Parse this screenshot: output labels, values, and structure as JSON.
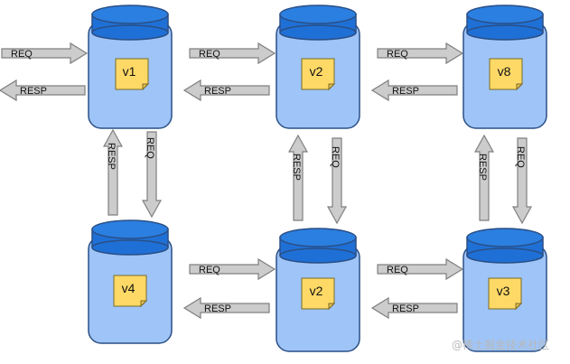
{
  "nodes": [
    {
      "id": "top-left",
      "version": "v1"
    },
    {
      "id": "top-mid",
      "version": "v2"
    },
    {
      "id": "top-right",
      "version": "v8"
    },
    {
      "id": "bottom-left",
      "version": "v4"
    },
    {
      "id": "bottom-mid",
      "version": "v2"
    },
    {
      "id": "bottom-right",
      "version": "v3"
    }
  ],
  "labels": {
    "request": "REQ",
    "response": "RESP"
  },
  "watermark": "@稀土掘金技术社区",
  "colors": {
    "jar_body": "#9fc5f8",
    "jar_lid": "#1f70d6",
    "jar_stroke": "#2a4f86",
    "note": "#ffd966",
    "arrow_fill": "#cccccc",
    "arrow_stroke": "#7f7f7f"
  }
}
